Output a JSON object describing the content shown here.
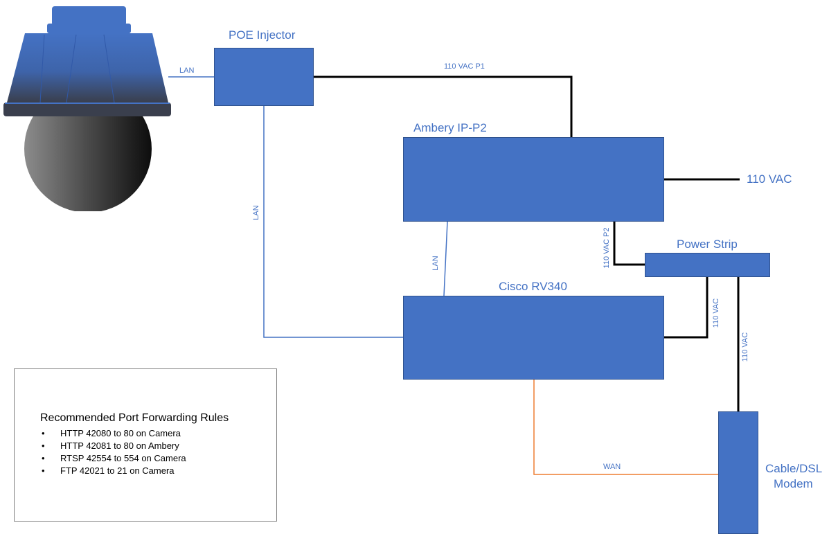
{
  "colors": {
    "box": "#4472C4",
    "label": "#4472C4",
    "power_line": "#000000",
    "lan_line": "#4472C4",
    "wan_line": "#ED7D31"
  },
  "devices": {
    "camera": {
      "icon": "ptz-dome-camera-icon"
    },
    "poe_injector": {
      "label": "POE Injector"
    },
    "ambery": {
      "label": "Ambery IP-P2"
    },
    "cisco": {
      "label": "Cisco RV340"
    },
    "power_strip": {
      "label": "Power Strip"
    },
    "modem": {
      "label_line1": "Cable/DSL",
      "label_line2": "Modem"
    }
  },
  "connections": {
    "camera_poe": "LAN",
    "poe_ambery_power": "110 VAC P1",
    "poe_cisco": "LAN",
    "ambery_cisco": "LAN",
    "ambery_mains": "110 VAC",
    "ambery_strip": "110 VAC P2",
    "strip_cisco": "110 VAC",
    "strip_modem": "110 VAC",
    "cisco_modem": "WAN"
  },
  "notes": {
    "title": "Recommended Port Forwarding Rules",
    "items": [
      "HTTP 42080 to 80 on Camera",
      "HTTP 42081 to 80 on Ambery",
      "RTSP 42554 to 554 on Camera",
      "FTP 42021 to 21 on Camera"
    ]
  }
}
